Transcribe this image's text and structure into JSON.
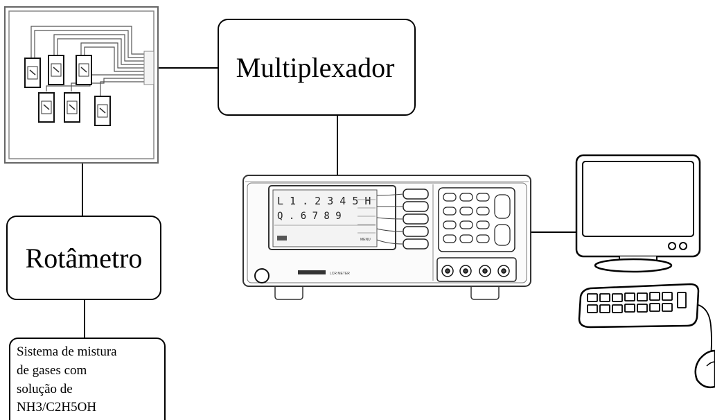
{
  "multiplexer": {
    "label": "Multiplexador"
  },
  "rotameter": {
    "label": "Rotâmetro"
  },
  "gas_system": {
    "lines": [
      "Sistema de mistura",
      "de gases com",
      "solução de"
    ],
    "formula": "NH3/C2H5OH"
  },
  "lcr_meter": {
    "display_line1": "L 1 . 2 3 4 5 H",
    "display_line2": "Q . 6 7 8 9",
    "menu_label": "MENU",
    "brand": "LCR METER"
  }
}
